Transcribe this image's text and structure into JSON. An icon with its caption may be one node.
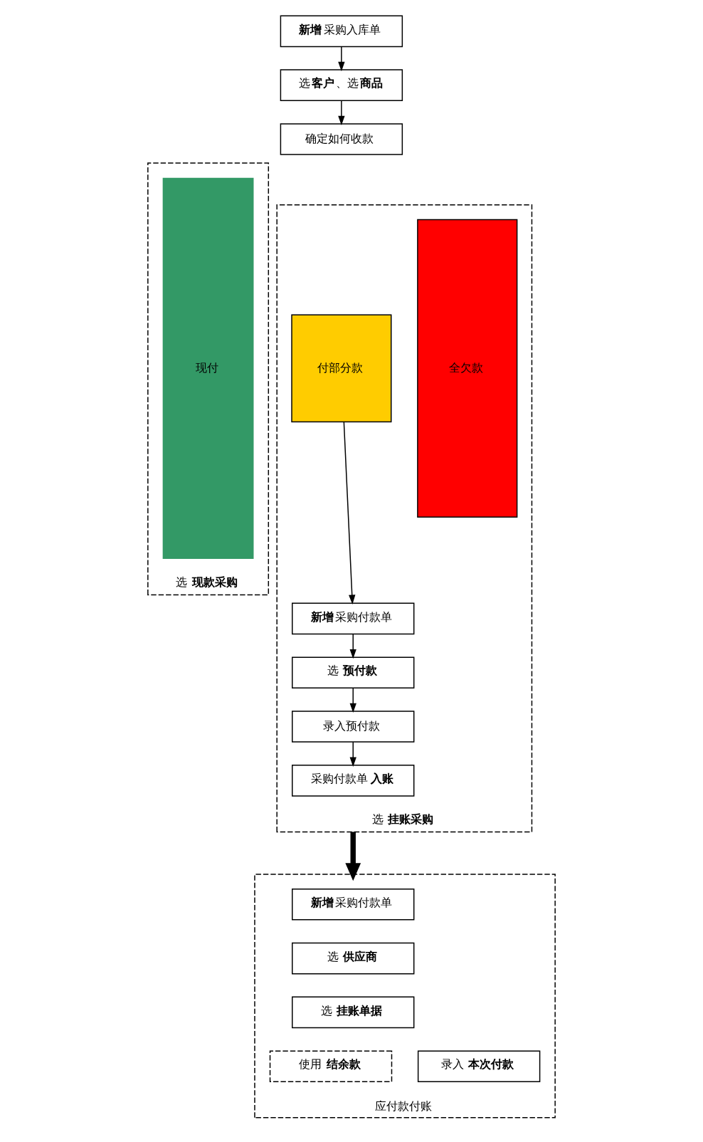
{
  "diagram": {
    "nodes": [
      {
        "text": [
          "**新增**采购入库单"
        ]
      },
      {
        "text": [
          "选**客户**、选**商品**"
        ]
      },
      {
        "text": [
          "确定如何收款"
        ]
      },
      {
        "text": [
          "选 **现款采购**"
        ]
      },
      {
        "text": [
          "现付"
        ],
        "in": 3
      },
      {
        "text": [
          "选 **挂账采购**"
        ]
      },
      {
        "text": [
          "付部分款"
        ],
        "in": 5
      },
      {
        "text": [
          "**新增**采购付款单"
        ],
        "in": 5
      },
      {
        "text": [
          "选 **预付款**"
        ],
        "in": 5
      },
      {
        "text": [
          "录入预付款"
        ],
        "in": 5
      },
      {
        "text": [
          "采购付款单**入账**"
        ],
        "in": 5
      },
      {
        "text": [
          "全欠款"
        ],
        "in": 5
      },
      {
        "text": [
          "应付款付账"
        ]
      },
      {
        "text": [
          "**新增**采购付款单"
        ],
        "in": 12
      },
      {
        "text": [
          "选 **供应商**"
        ],
        "in": 12
      },
      {
        "text": [
          "选 **挂账单据**"
        ],
        "in": 12
      },
      {
        "text": [
          "使用 **结余款**"
        ],
        "in": 12
      },
      {
        "text": [
          "录入 **本次付款**"
        ],
        "in": 12
      }
    ],
    "edges": [
      {
        "from": 0,
        "to": 1,
        "arrow": "to"
      },
      {
        "from": 1,
        "to": 2,
        "arrow": "to"
      },
      {
        "from": 6,
        "to": 7,
        "arrow": "to"
      },
      {
        "from": 7,
        "to": 8,
        "arrow": "to"
      },
      {
        "from": 8,
        "to": 9,
        "arrow": "to"
      },
      {
        "from": 9,
        "to": 10,
        "arrow": "to"
      },
      {
        "from": 5,
        "to": 12,
        "arrow": "to",
        "style": "thick"
      }
    ]
  }
}
